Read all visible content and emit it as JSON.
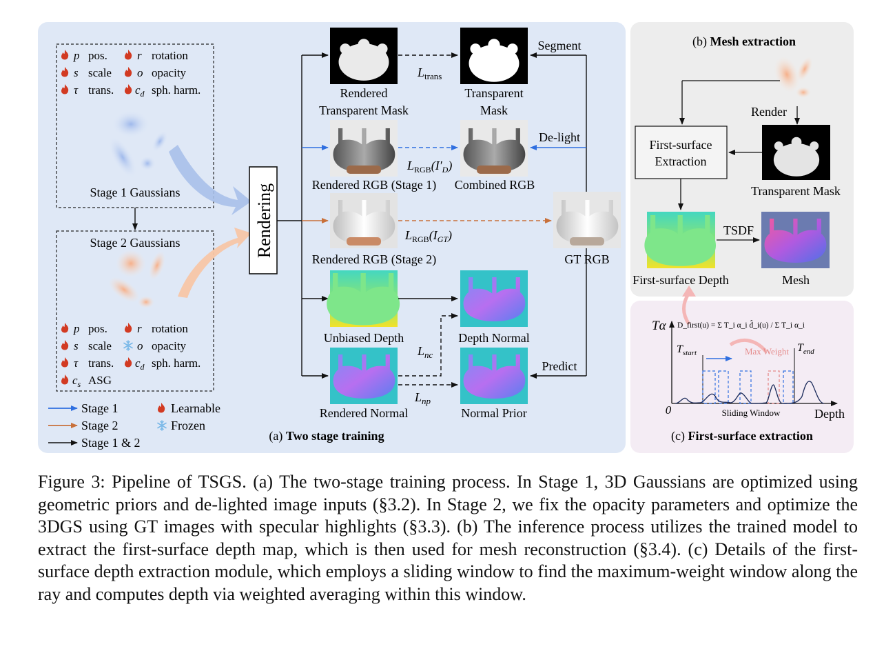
{
  "panel_a": {
    "caption_prefix": "(a)",
    "caption_bold": "Two stage training",
    "stage1_box": {
      "params": [
        {
          "sym": "p",
          "label": "pos."
        },
        {
          "sym": "r",
          "label": "rotation"
        },
        {
          "sym": "s",
          "label": "scale"
        },
        {
          "sym": "o",
          "label": "opacity"
        },
        {
          "sym": "τ",
          "label": "trans."
        },
        {
          "sym": "c",
          "sub": "d",
          "label": "sph. harm."
        }
      ],
      "title": "Stage 1 Gaussians"
    },
    "stage2_box": {
      "title": "Stage 2 Gaussians",
      "params": [
        {
          "sym": "p",
          "label": "pos."
        },
        {
          "sym": "r",
          "label": "rotation"
        },
        {
          "sym": "s",
          "label": "scale"
        },
        {
          "sym": "o",
          "label": "opacity"
        },
        {
          "sym": "τ",
          "label": "trans."
        },
        {
          "sym": "c",
          "sub": "d",
          "label": "sph. harm."
        },
        {
          "sym": "c",
          "sub": "s",
          "label": "ASG"
        }
      ]
    },
    "rendering_label": "Rendering",
    "legend": {
      "stage1": "Stage 1",
      "stage2": "Stage 2",
      "stage12": "Stage 1 & 2",
      "learnable": "Learnable",
      "frozen": "Frozen"
    },
    "rows": {
      "rendered_transparent_mask_1": "Rendered",
      "rendered_transparent_mask_2": "Transparent Mask",
      "transparent_mask_1": "Transparent",
      "transparent_mask_2": "Mask",
      "rendered_rgb_stage1": "Rendered RGB (Stage 1)",
      "combined_rgb": "Combined RGB",
      "rendered_rgb_stage2": "Rendered RGB (Stage 2)",
      "gt_rgb": "GT RGB",
      "unbiased_depth": "Unbiased Depth",
      "depth_normal": "Depth Normal",
      "rendered_normal": "Rendered Normal",
      "normal_prior": "Normal Prior"
    },
    "ops": {
      "segment": "Segment",
      "delight": "De-light",
      "predict": "Predict"
    },
    "losses": {
      "trans": "L",
      "trans_sub": "trans",
      "rgb1": "L",
      "rgb1_sub": "RGB",
      "rgb1_arg": "(I′",
      "rgb1_arg_sub": "D",
      "rgb2": "L",
      "rgb2_sub": "RGB",
      "rgb2_arg": "(I",
      "rgb2_arg_sub": "GT",
      "nc": "L",
      "nc_sub": "nc",
      "np": "L",
      "np_sub": "np"
    }
  },
  "panel_b": {
    "caption_prefix": "(b)",
    "caption_bold": "Mesh extraction",
    "render": "Render",
    "fs_extraction_1": "First-surface",
    "fs_extraction_2": "Extraction",
    "transparent_mask": "Transparent Mask",
    "tsdf": "TSDF",
    "first_surface_depth": "First-surface Depth",
    "mesh": "Mesh"
  },
  "panel_c": {
    "caption_prefix": "(c)",
    "caption_bold": "First-surface extraction",
    "y_axis": "Tα",
    "origin": "0",
    "x_axis": "Depth",
    "sliding_window": "Sliding Window",
    "max_weight": "Max Weight",
    "t_start": "T",
    "t_start_sub": "start",
    "t_end": "T",
    "t_end_sub": "end",
    "formula": "D_first(u) = Σ T_i α_i d̂_i(u) / Σ T_i α_i"
  },
  "caption": "Figure 3: Pipeline of TSGS. (a) The two-stage training process. In Stage 1, 3D Gaussians are optimized using geometric priors and de-lighted image inputs (§3.2). In Stage 2, we fix the opacity parameters and optimize the 3DGS using GT images with specular highlights (§3.3). (b) The inference process utilizes the trained model to extract the first-surface depth map, which is then used for mesh reconstruction (§3.4). (c) Details of the first-surface depth extraction module, which employs a sliding window to find the maximum-weight window along the ray and computes depth via weighted averaging within this window.",
  "colors": {
    "panel_a_bg": "#dfe8f6",
    "panel_b_bg": "#ededed",
    "panel_c_bg": "#f4ecf4",
    "stage1_blue": "#2f6fe0",
    "stage2_orange": "#c8703a",
    "flame_red": "#d23a22",
    "frozen_blue": "#7ab8e8"
  }
}
